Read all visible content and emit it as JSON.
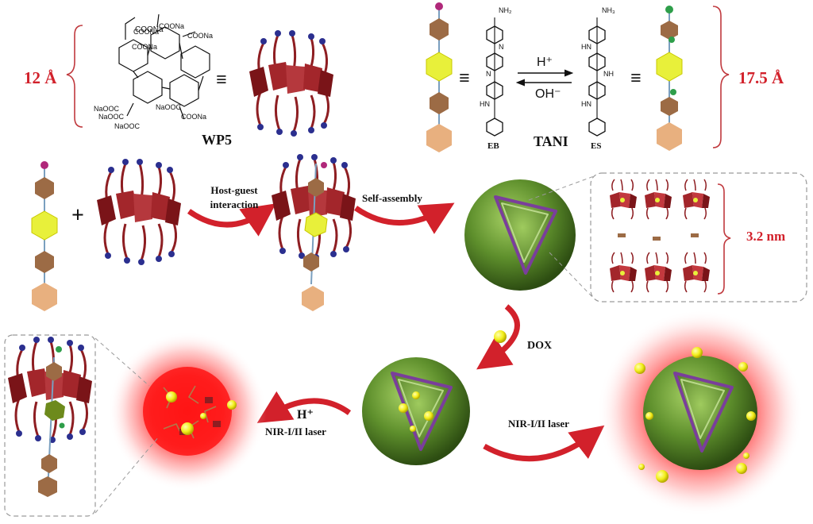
{
  "host": {
    "size_label": "12 Å",
    "name": "WP5",
    "equiv_symbol": "≡",
    "substituents": [
      "COONa",
      "COONa",
      "COONa",
      "COONa",
      "NaOOC",
      "NaOOC",
      "NaOOC",
      "NaOOC",
      "COONa"
    ]
  },
  "guest": {
    "size_label": "17.5 Å",
    "name": "TANI",
    "eb_label": "EB",
    "es_label": "ES",
    "acid": "H⁺",
    "base": "OH⁻",
    "nh2": "NH₂",
    "nh3": "NH₃",
    "nh": "NH",
    "hn": "HN",
    "n": "N",
    "equiv_symbol": "≡"
  },
  "assembly": {
    "plus": "+",
    "step1": [
      "Host-guest",
      "interaction"
    ],
    "step2": "Self-assembly",
    "layer_label": "3.2 nm"
  },
  "loading": {
    "dox_label": "DOX",
    "release_left": [
      "H⁺",
      "NIR-I/II laser"
    ],
    "release_right": "NIR-I/II laser"
  },
  "colors": {
    "accent_red": "#d2212b",
    "host_ring": "#8e1e22",
    "guest_yellow": "#e8f03a",
    "guest_brown": "#9c6b45",
    "guest_tan": "#e8b07f",
    "vesicle_green": "#5c8c2c",
    "membrane_purple": "#7a3e9b",
    "dox_yellow": "#f2ee1a"
  }
}
